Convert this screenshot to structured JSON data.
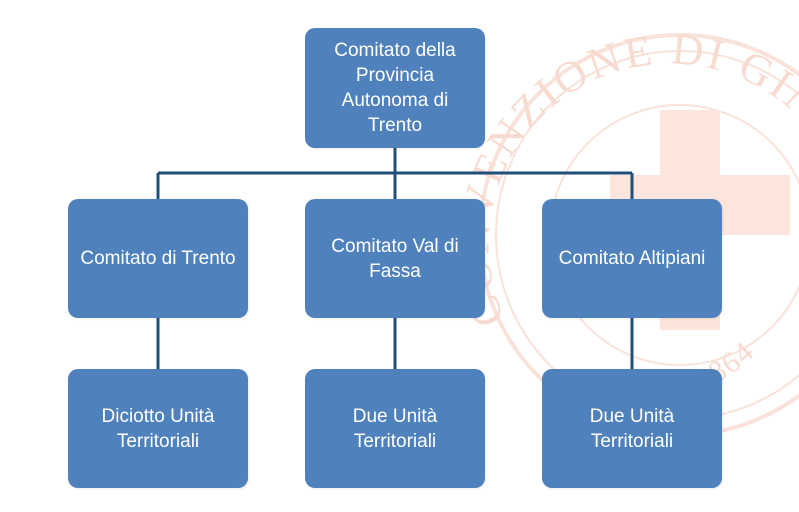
{
  "colors": {
    "node_fill": "#4f81bd",
    "node_text": "#ffffff",
    "connector": "#1f4e79",
    "seal_tint": "#f5d7cd"
  },
  "seal": {
    "icon": "red-cross-emblem-watermark",
    "text_top": "CONVENZIONE DI GINEVRA",
    "text_bottom": "1864"
  },
  "diagram": {
    "root": {
      "label": "Comitato della Provincia Autonoma di Trento"
    },
    "committees": [
      {
        "label": "Comitato di Trento"
      },
      {
        "label": "Comitato Val di Fassa"
      },
      {
        "label": "Comitato Altipiani"
      }
    ],
    "units": [
      {
        "label": "Diciotto Unità Territoriali"
      },
      {
        "label": "Due Unità Territoriali"
      },
      {
        "label": "Due Unità Territoriali"
      }
    ]
  }
}
